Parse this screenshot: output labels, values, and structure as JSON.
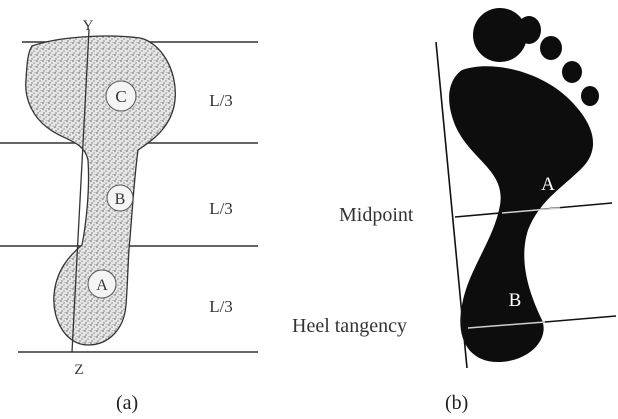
{
  "panel_a": {
    "axis_top": "Y",
    "axis_bottom": "Z",
    "regions": [
      {
        "letter": "C",
        "size_label": "L/3"
      },
      {
        "letter": "B",
        "size_label": "L/3"
      },
      {
        "letter": "A",
        "size_label": "L/3"
      }
    ],
    "caption": "(a)"
  },
  "panel_b": {
    "region_top": "A",
    "region_bottom": "B",
    "line_labels": {
      "midpoint": "Midpoint",
      "heel": "Heel tangency"
    },
    "caption": "(b)"
  },
  "colors": {
    "ink": "#1a1a1a",
    "stipple": "#8a8a8a",
    "footprint_fill": "#e4e4e4"
  }
}
